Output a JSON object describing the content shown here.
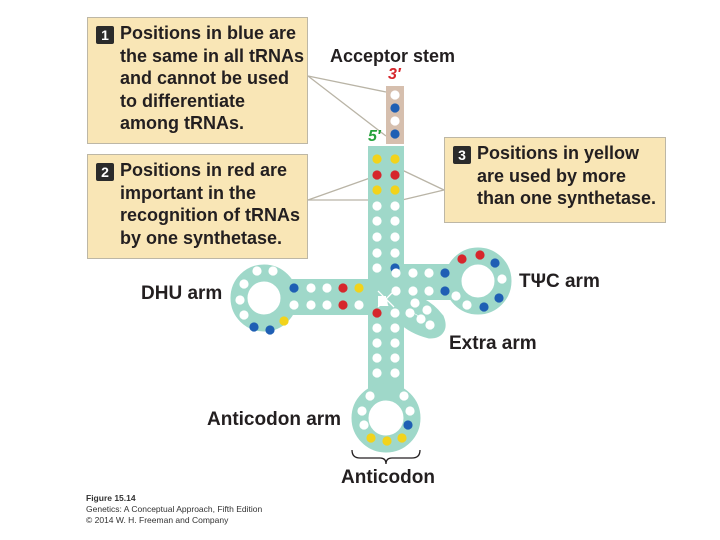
{
  "callouts": [
    {
      "num": "1",
      "lines": [
        "Positions in blue are",
        "the same in all tRNAs",
        "and cannot be used",
        "to differentiate",
        "among tRNAs."
      ]
    },
    {
      "num": "2",
      "lines": [
        "Positions in red are",
        "important in the",
        "recognition of tRNAs",
        "by one synthetase."
      ]
    },
    {
      "num": "3",
      "lines": [
        "Positions in yellow",
        "are used by more",
        "than one synthetase."
      ]
    }
  ],
  "labels": {
    "acceptor_stem": "Acceptor stem",
    "three_prime": "3′",
    "five_prime": "5′",
    "dhu_arm": "DHU arm",
    "tpsic_arm": "TΨC arm",
    "extra_arm": "Extra arm",
    "anticodon_arm": "Anticodon arm",
    "anticodon": "Anticodon"
  },
  "credit": {
    "figure": "Figure 15.14",
    "book": "Genetics: A Conceptual Approach, Fifth Edition",
    "copyright": "© 2014 W. H. Freeman and Company"
  },
  "colors": {
    "backbone": "#9fd8c9",
    "acceptor_tail": "#d6bfae",
    "blue": "#1f5fb4",
    "red": "#d6262c",
    "yellow": "#f2d31b",
    "white": "#ffffff",
    "callout_fill": "#f9e6b6"
  },
  "legend_meaning": {
    "blue": "same in all tRNAs",
    "red": "recognition by one synthetase",
    "yellow": "used by more than one synthetase"
  }
}
